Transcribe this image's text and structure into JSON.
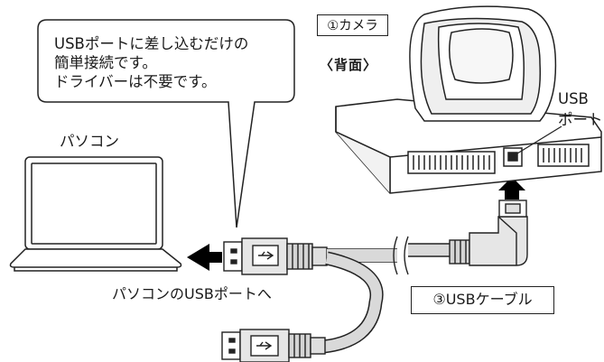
{
  "callout": {
    "text": "USBポートに差し込むだけの\n簡単接続です。\nドライバーは不要です。"
  },
  "camera": {
    "label": "①カメラ",
    "view_label": "〈背面〉"
  },
  "usb_port_label": "USB\nポート",
  "pc_label": "パソコン",
  "pc_port_label": "パソコンのUSBポートへ",
  "cable_label": "③USBケーブル",
  "colors": {
    "line": "#222222",
    "cable_fill": "#d9d9d9",
    "connector_fill": "#cfcfcf",
    "camera_shade": "#efefef",
    "arrow": "#000000"
  }
}
